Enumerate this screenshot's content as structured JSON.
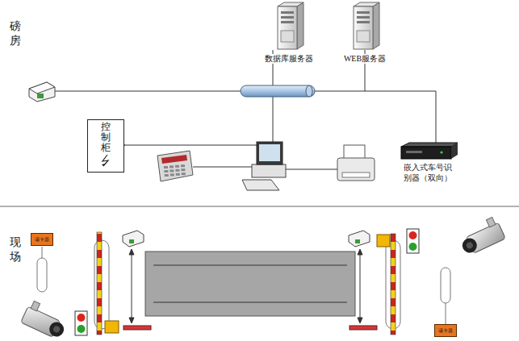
{
  "diagram": {
    "nodes": [
      {
        "text": [
          "数据库服务器"
        ]
      },
      {
        "text": [
          "WEB服务器"
        ]
      },
      {
        "text": [
          "控制柜"
        ]
      },
      {
        "text": [
          "嵌入式车号识别器（双向）"
        ]
      },
      {
        "text": [
          "读卡器"
        ]
      },
      {
        "text": [
          "读卡器"
        ]
      }
    ],
    "labels": [
      "磅房",
      "现场"
    ]
  }
}
